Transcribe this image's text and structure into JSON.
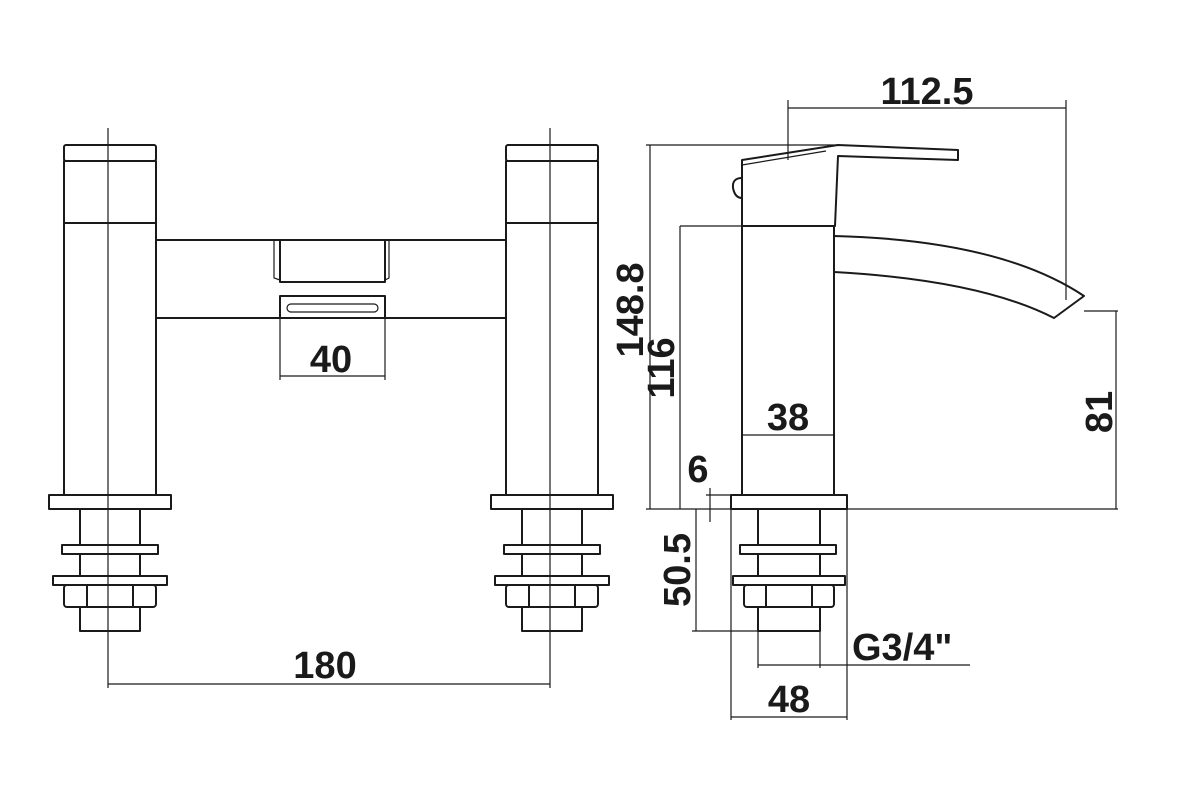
{
  "dimensions": {
    "spout_width": "40",
    "centres": "180",
    "spout_reach": "112.5",
    "total_height": "148.8",
    "body_height": "116",
    "body_width": "38",
    "spout_height": "81",
    "base_plate": "6",
    "shank_length": "50.5",
    "thread": "G3/4\"",
    "base_diameter": "48"
  }
}
